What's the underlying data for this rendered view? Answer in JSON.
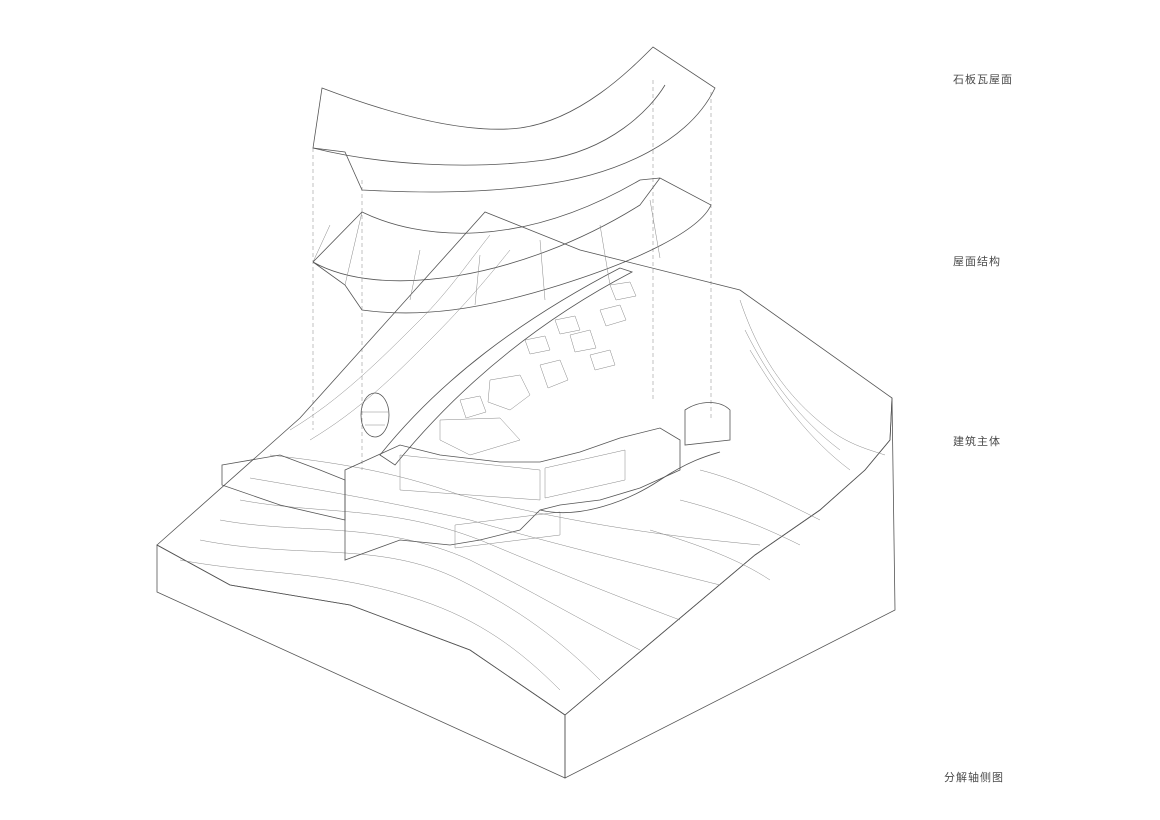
{
  "labels": {
    "roof_tiles": "石板瓦屋面",
    "roof_structure": "屋面结构",
    "building_body": "建筑主体",
    "title": "分解轴侧图"
  },
  "colors": {
    "background": "#ffffff",
    "line": "#555555",
    "text": "#4a4a4a"
  }
}
